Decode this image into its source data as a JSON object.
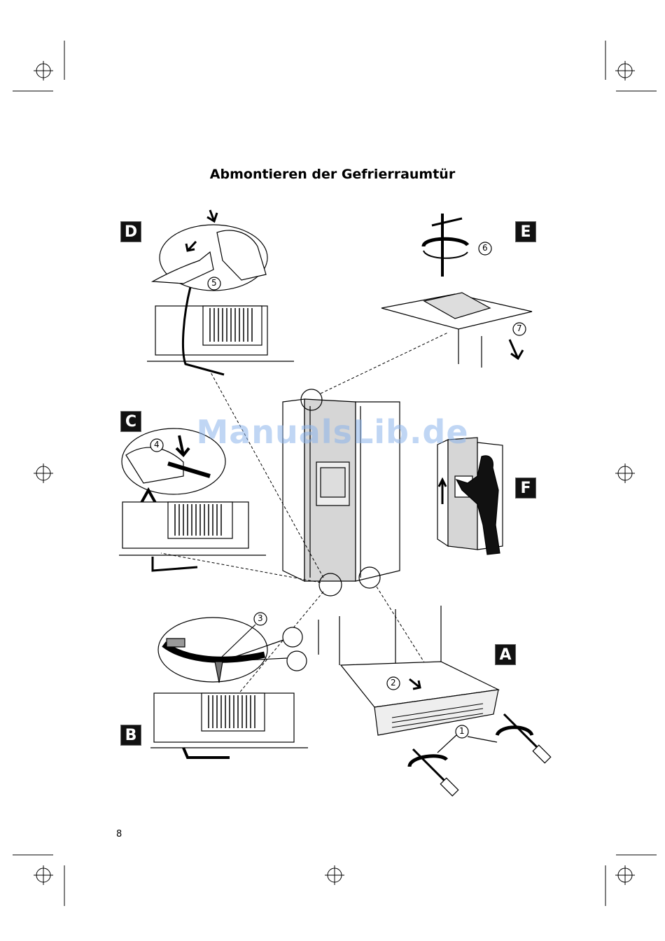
{
  "document": {
    "title": "Abmontieren der Gefrierraumtür",
    "page_number": "8",
    "watermark": "ManualsLib.de",
    "step_labels": [
      "D",
      "E",
      "C",
      "F",
      "A",
      "B"
    ],
    "callout_numbers": [
      "1",
      "2",
      "3",
      "4",
      "5",
      "6",
      "7"
    ]
  }
}
